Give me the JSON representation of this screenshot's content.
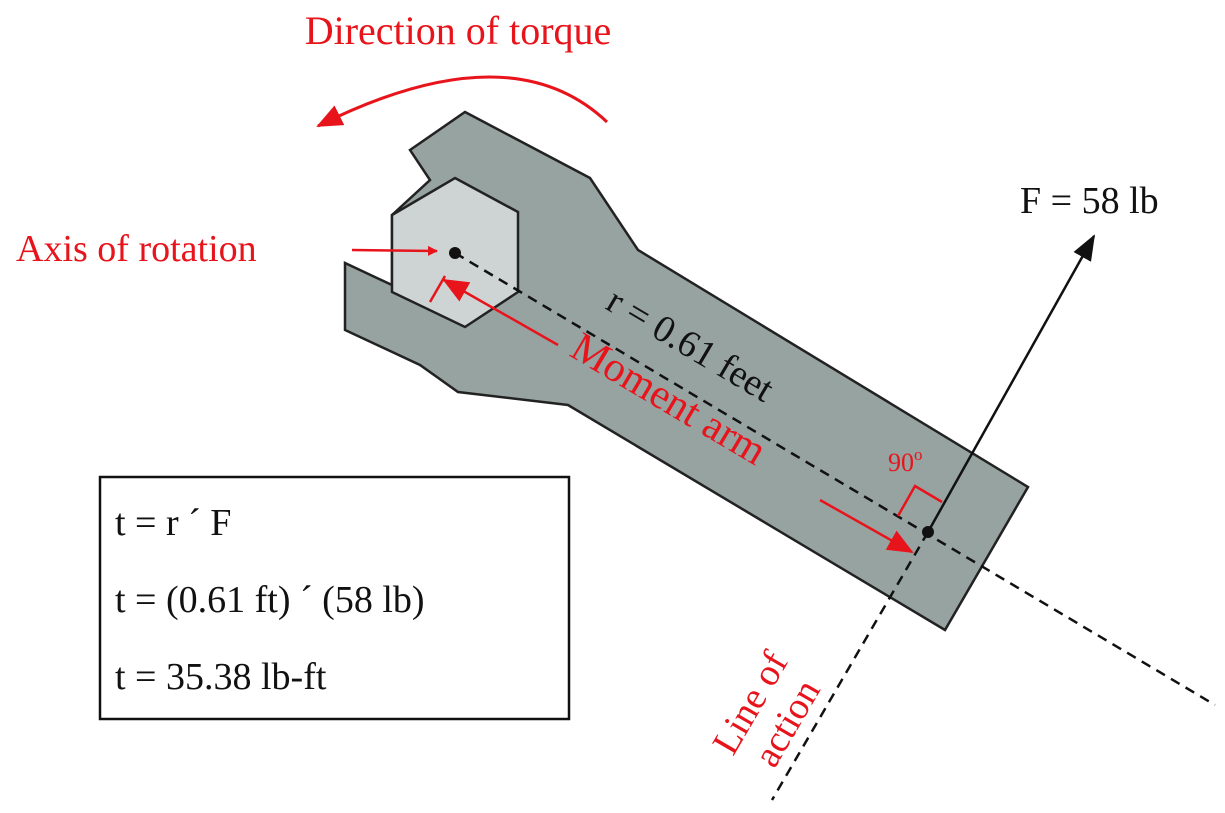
{
  "colors": {
    "annotation": "#e8141c",
    "wrench_fill": "#97a3a1",
    "nut_fill": "#cdd4d3",
    "outline": "#222222",
    "text": "#111111"
  },
  "labels": {
    "direction_of_torque": "Direction of torque",
    "axis_of_rotation": "Axis of rotation",
    "moment_arm": "Moment arm",
    "radius": "r = 0.61 feet",
    "force": "F = 58 lb",
    "right_angle": "90",
    "right_angle_sup": "o",
    "line_of_action_line1": "Line of",
    "line_of_action_line2": "action"
  },
  "equations": [
    "t = r ´ F",
    "t = (0.61 ft) ´ (58 lb)",
    "t = 35.38 lb-ft"
  ]
}
